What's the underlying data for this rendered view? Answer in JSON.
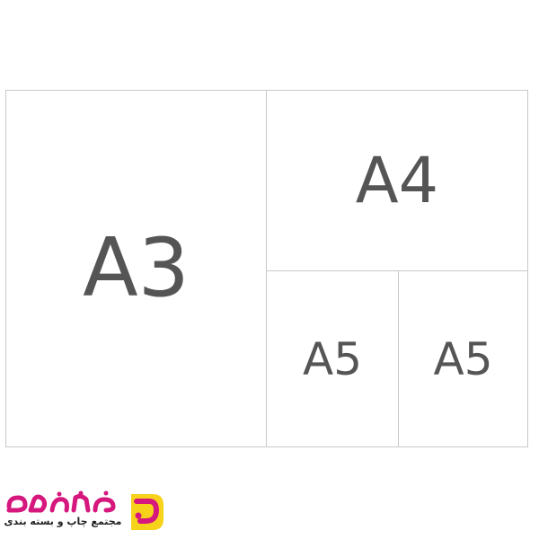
{
  "sheets": {
    "a3": "A3",
    "a4": "A4",
    "a5_left": "A5",
    "a5_right": "A5"
  },
  "logo": {
    "wordmark": "دمجی",
    "tagline": "مجتمع چاپ و بسته بندی",
    "colors": {
      "magenta": "#d6177d",
      "yellow": "#f7d21b",
      "ink": "#222222"
    }
  },
  "colors": {
    "label": "#555555",
    "border": "#c9c9c9",
    "background": "#ffffff"
  }
}
